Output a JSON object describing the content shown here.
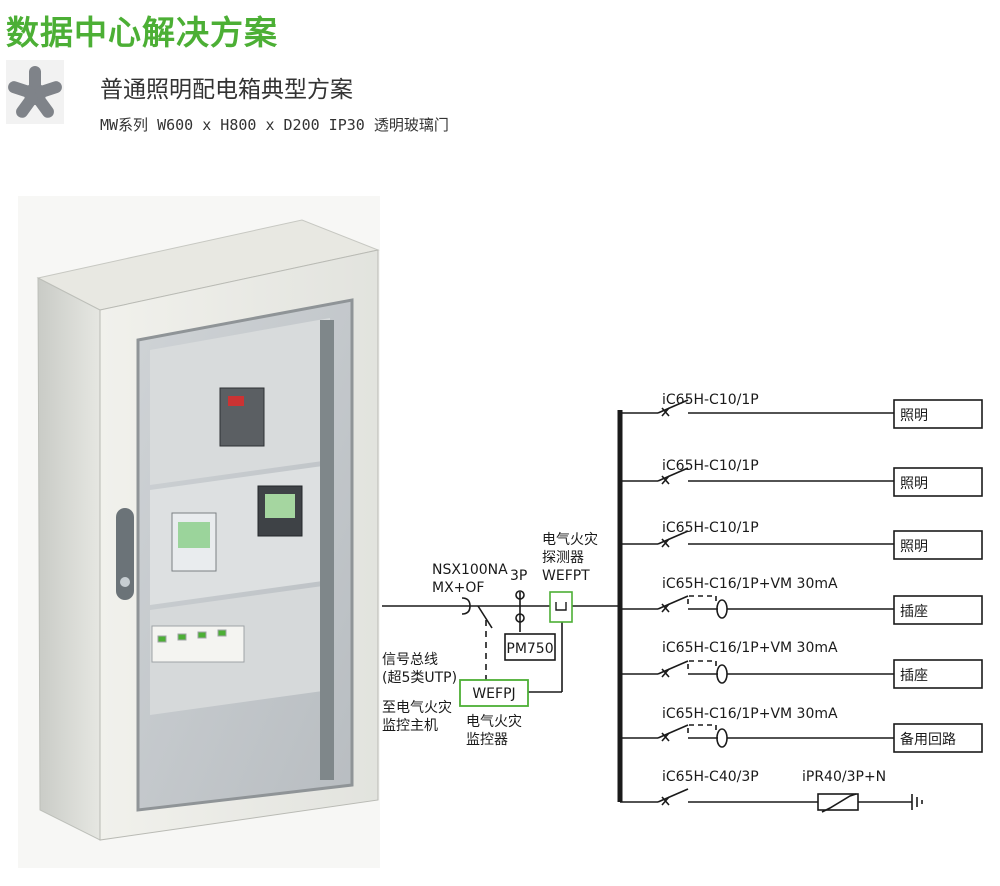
{
  "header": {
    "title": "数据中心解决方案",
    "subtitle": "普通照明配电箱典型方案",
    "spec": "MW系列 W600 x H800 x D200 IP30 透明玻璃门"
  },
  "colors": {
    "title_green": "#4caf35",
    "wefpj_border": "#4caf35",
    "icon_gray": "#7f8389"
  },
  "icons": {
    "header_badge": "star-icon"
  },
  "schematic": {
    "incomer": {
      "breaker_label_1": "NSX100NA",
      "breaker_label_2": "MX+OF",
      "cts_label": "3P",
      "meter_label": "PM750",
      "detector_label_1": "电气火灾",
      "detector_label_2": "探测器",
      "detector_label_3": "WEFPT"
    },
    "monitor": {
      "signal_label_1": "信号总线",
      "signal_label_2": "(超5类UTP)",
      "host_label_1": "至电气火灾",
      "host_label_2": "监控主机",
      "box_label": "WEFPJ",
      "caption_1": "电气火灾",
      "caption_2": "监控器"
    },
    "feeders": [
      {
        "breaker": "iC65H-C10/1P",
        "load": "照明"
      },
      {
        "breaker": "iC65H-C10/1P",
        "load": "照明"
      },
      {
        "breaker": "iC65H-C10/1P",
        "load": "照明"
      },
      {
        "breaker": "iC65H-C16/1P+VM 30mA",
        "load": "插座"
      },
      {
        "breaker": "iC65H-C16/1P+VM 30mA",
        "load": "插座"
      },
      {
        "breaker": "iC65H-C16/1P+VM 30mA",
        "load": "备用回路"
      }
    ],
    "spd_feeder": {
      "breaker": "iC65H-C40/3P",
      "spd": "iPR40/3P+N"
    }
  }
}
